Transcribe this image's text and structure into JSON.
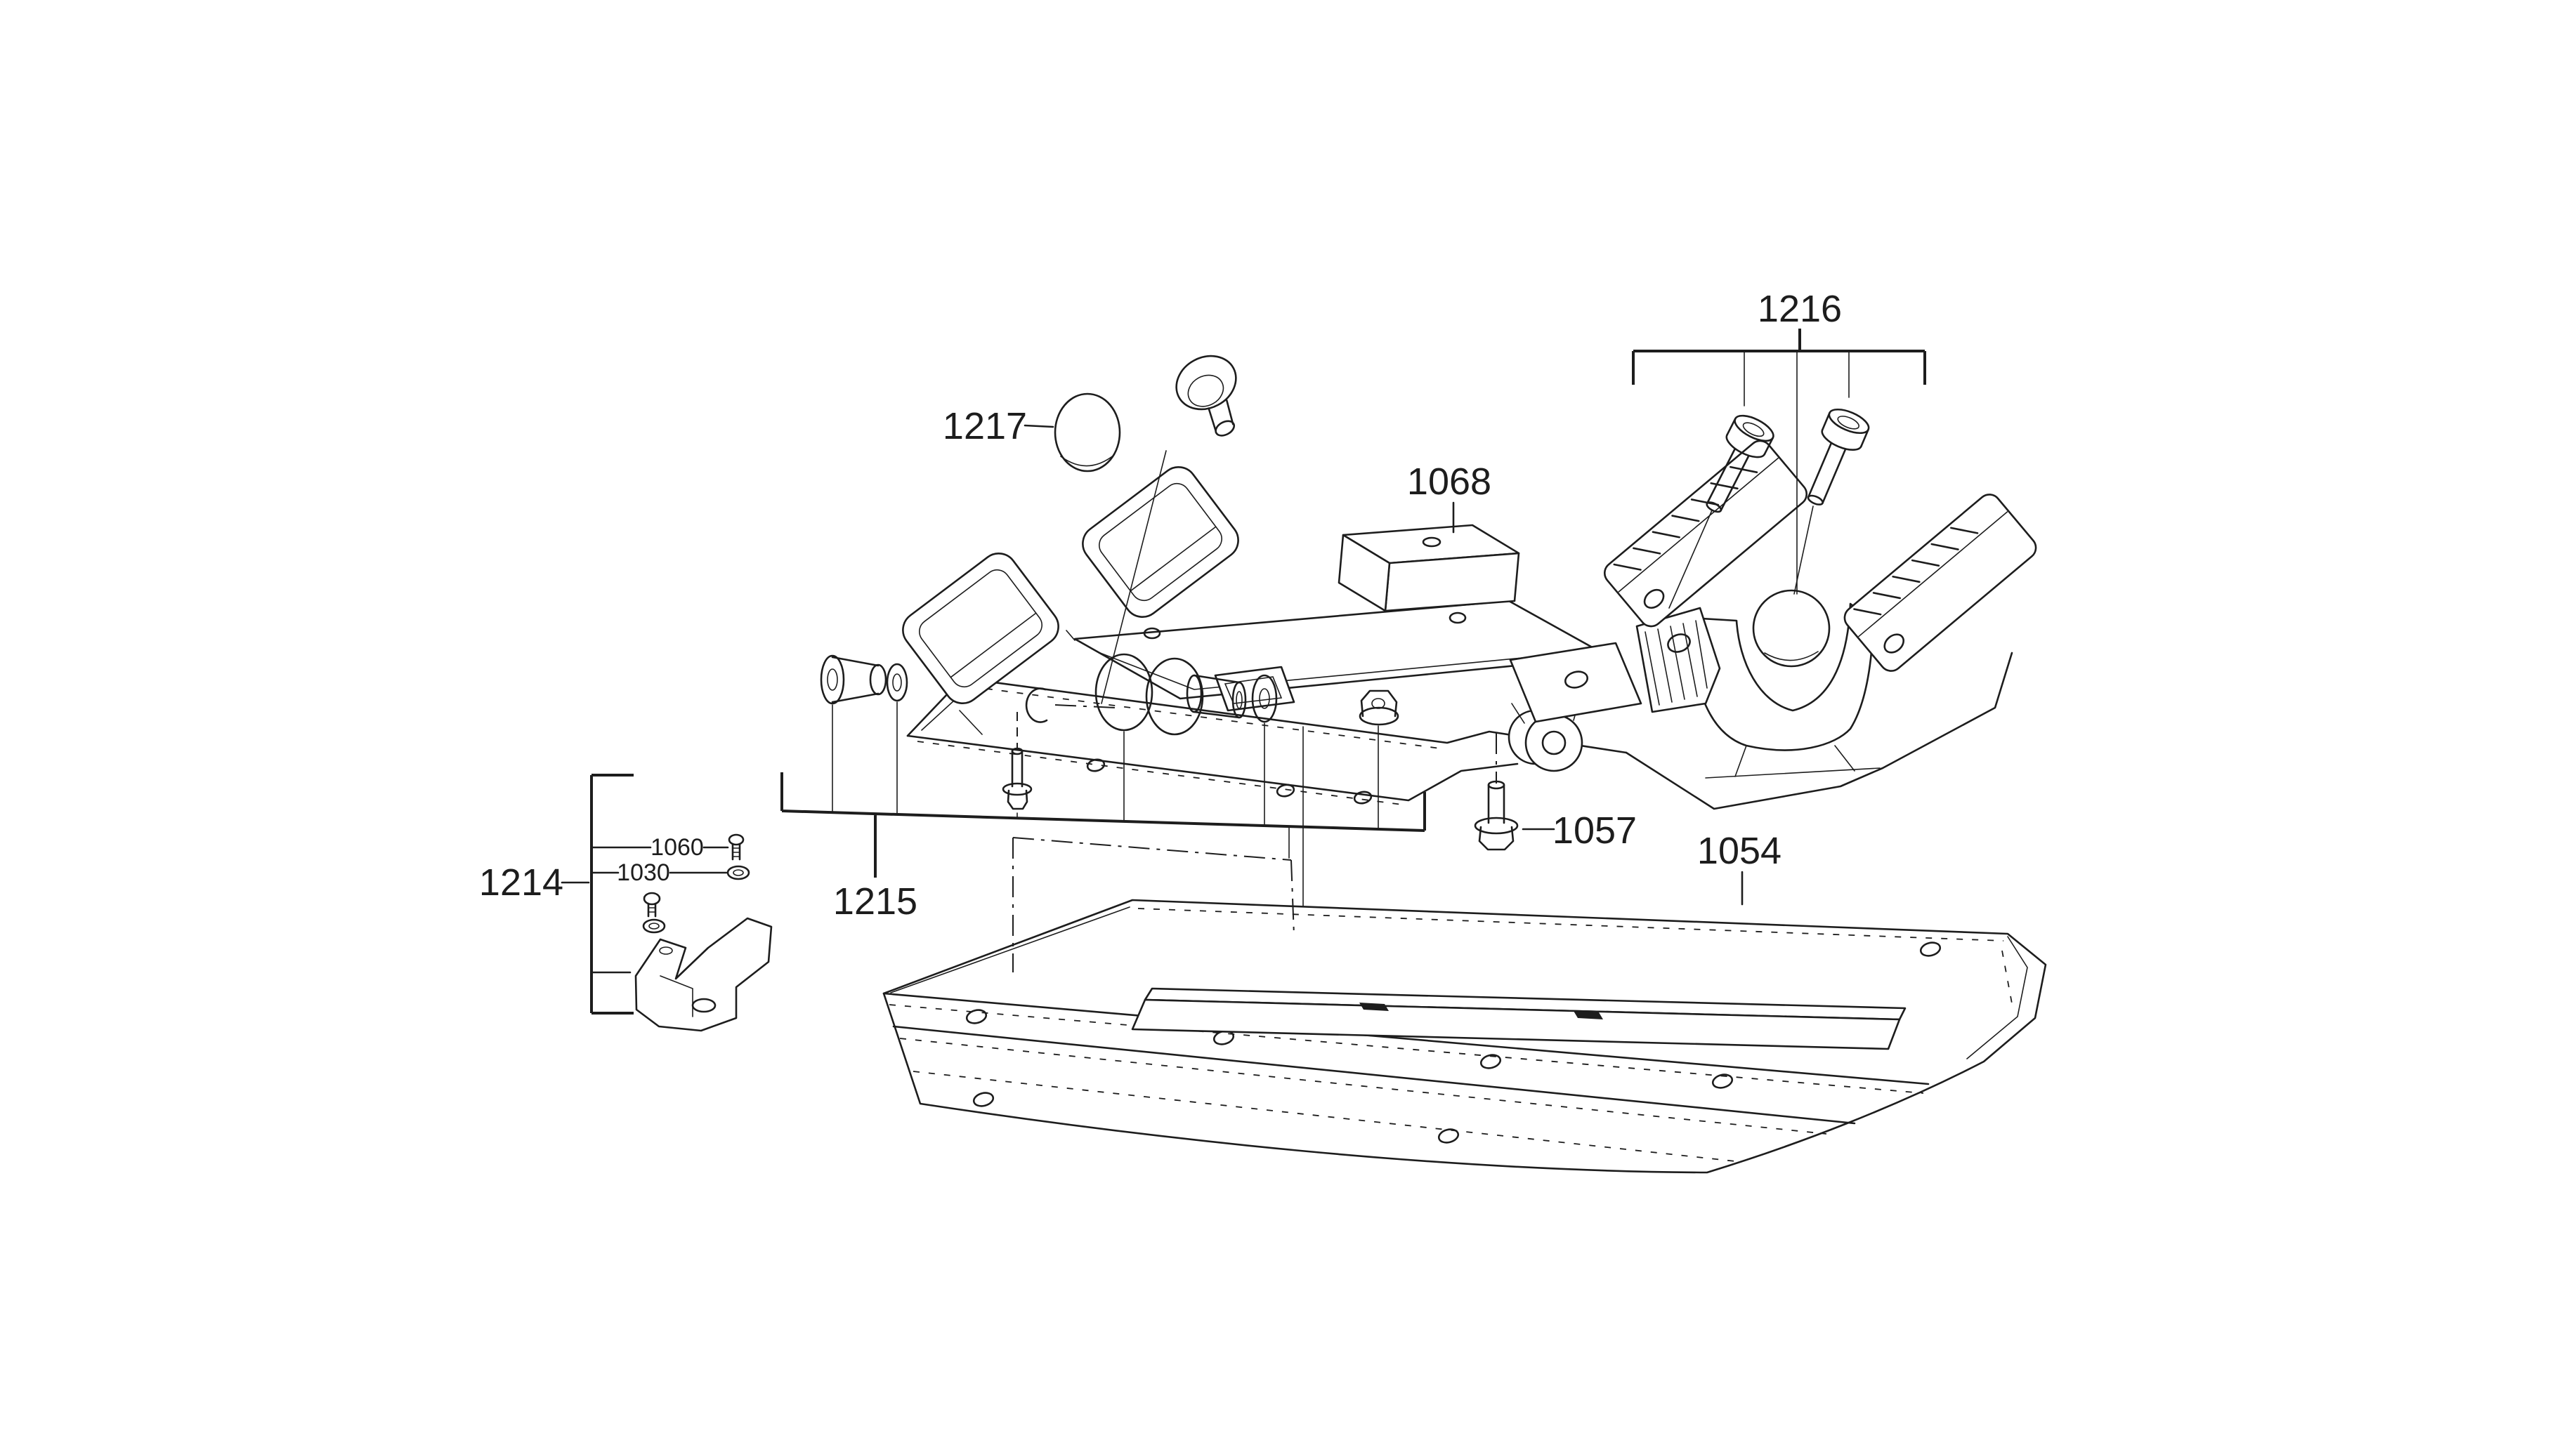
{
  "colors": {
    "background": "#ffffff",
    "ink": "#1d1d1d"
  },
  "diagram": {
    "kind": "exploded-parts-diagram"
  },
  "labels": {
    "l1216": "1216",
    "l1217": "1217",
    "l1068": "1068",
    "l1057": "1057",
    "l1054": "1054",
    "l1215": "1215",
    "l1214": "1214",
    "l1060": "1060",
    "l1030": "1030"
  }
}
